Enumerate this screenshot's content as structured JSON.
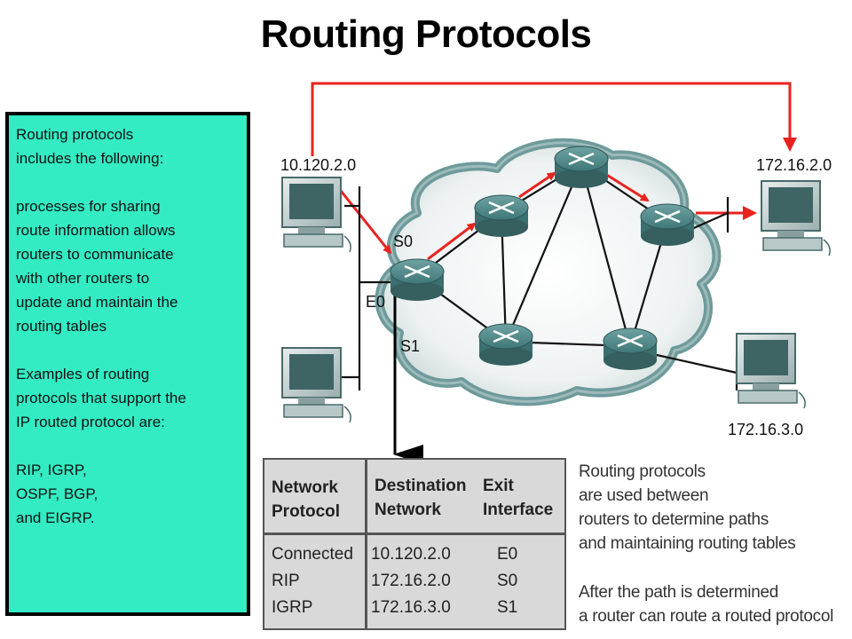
{
  "title": "Routing Protocols",
  "info_box": {
    "intro": [
      "Routing protocols",
      "includes the following:"
    ],
    "description": [
      "processes for sharing",
      "route information allows",
      "routers to communicate",
      "with other routers to",
      "update and maintain the",
      "routing tables"
    ],
    "examples_intro": [
      "Examples of routing",
      "protocols that support the",
      "IP routed protocol are:"
    ],
    "examples": [
      "RIP, IGRP,",
      "OSPF, BGP,",
      "and EIGRP."
    ]
  },
  "network": {
    "nodes": {
      "top_left": "10.120.2.0",
      "top_right": "172.16.2.0",
      "bottom_right": "172.16.3.0"
    },
    "interfaces": {
      "s0": "S0",
      "e0": "E0",
      "s1": "S1"
    },
    "colors": {
      "router": "#4c8a8a",
      "cloud": "#7fa6a6",
      "arrow": "#e8231f"
    }
  },
  "routing_table": {
    "headers": {
      "network_protocol": [
        "Network",
        "Protocol"
      ],
      "destination_network": [
        "Destination",
        "Network"
      ],
      "exit_interface": [
        "Exit",
        "Interface"
      ]
    },
    "rows": [
      {
        "protocol": "Connected",
        "destination": "10.120.2.0",
        "interface": "E0"
      },
      {
        "protocol": "RIP",
        "destination": "172.16.2.0",
        "interface": "S0"
      },
      {
        "protocol": "IGRP",
        "destination": "172.16.3.0",
        "interface": "S1"
      }
    ]
  },
  "notes": {
    "para1": [
      "Routing protocols",
      "are used between",
      "routers to determine  paths",
      "and maintaining routing tables"
    ],
    "para2": [
      "After the path is determined",
      "a router can route a routed protocol"
    ]
  }
}
